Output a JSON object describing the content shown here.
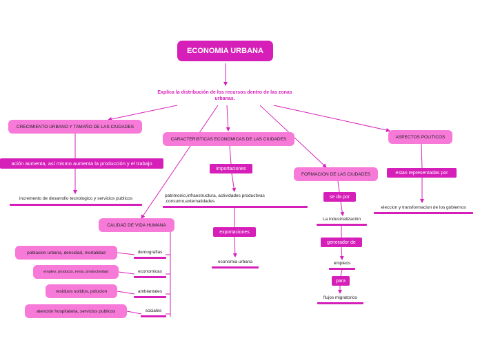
{
  "colors": {
    "accent": "#d61fb9",
    "node_fill": "#f77ad9",
    "text": "#222222"
  },
  "root": "ECONOMIA URBANA",
  "subtitle": "Explica la distribución de los recursos dentro de las zonas urbanas.",
  "branches": {
    "crecimiento": {
      "title": "CRECIMIENTO URBANO Y TAMAÑO DE LAS CIUDADES",
      "connector": "ación aumenta, así mismo aumenta la producción y el trabajo",
      "result": "incremento de desarrollo tecnologico y servicios publicos"
    },
    "caracteristicas": {
      "title": "CARACTERISTICAS ECONOMICAS DE LAS CIUDADES",
      "connector1": "importaciones",
      "item1": "patrimonio,infraestructura, actividades productivas ,consumo,externalidades",
      "connector2": "exportaciones",
      "item2": "economia urbana"
    },
    "calidad": {
      "title": "CALIDAD DE VIDA HUMANA",
      "rows": [
        {
          "label": "demografias",
          "detail": "poblacion urbana, densidad, mortalidad"
        },
        {
          "label": "economicas",
          "detail": "empleo, producto, renta, productividad"
        },
        {
          "label": "ambiantales",
          "detail": "residuos solidos, polucion"
        },
        {
          "label": "sociales",
          "detail": "atención hospitalaria, servicios publicos"
        }
      ]
    },
    "formacion": {
      "title": "FORMACION DE LAS CIUDADES",
      "connector1": "se da por",
      "item1": "La industrialización",
      "connector2": "generador de",
      "item2": "empleos",
      "connector3": "para",
      "item3": "flujos migratorios"
    },
    "politicos": {
      "title": "ASPECTOS POLITICOS",
      "connector": "estan representadas por",
      "item": "eleccion y transformacion de los gobiernos"
    }
  }
}
